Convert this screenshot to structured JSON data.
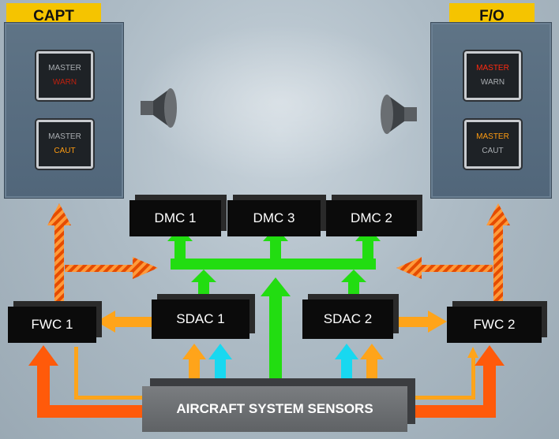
{
  "capt_label": "CAPT",
  "fo_label": "F/O",
  "capt_panel": {
    "warn_top": "MASTER",
    "warn_bottom": "WARN",
    "caut_top": "MASTER",
    "caut_bottom": "CAUT"
  },
  "fo_panel": {
    "warn_top": "MASTER",
    "warn_bottom": "WARN",
    "caut_top": "MASTER",
    "caut_bottom": "CAUT"
  },
  "dmc1": "DMC 1",
  "dmc3": "DMC 3",
  "dmc2": "DMC 2",
  "sdac1": "SDAC 1",
  "sdac2": "SDAC 2",
  "fwc1": "FWC 1",
  "fwc2": "FWC 2",
  "sensors": "AIRCRAFT SYSTEM SENSORS",
  "colors": {
    "green": "#22dd11",
    "orange": "#ffa41a",
    "red_orange": "#ff5a0a",
    "cyan": "#18d8f0",
    "warn_red": "#ff2a10",
    "caut_amber": "#ff9c10",
    "tag_yellow": "#f5c400"
  }
}
